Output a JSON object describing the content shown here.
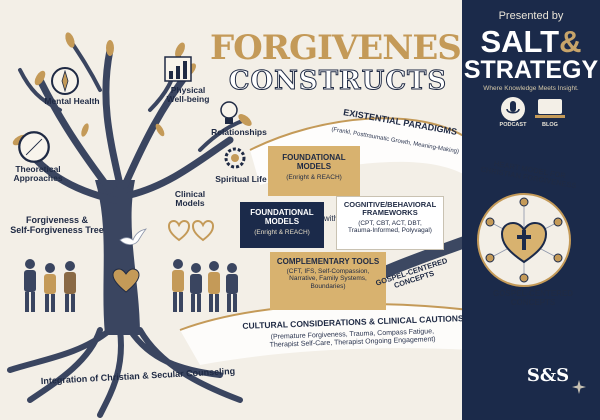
{
  "title": {
    "line1": "FORGIVENESS",
    "line2": "CONSTRUCTS"
  },
  "brand": {
    "presented_by": "Presented by",
    "name_part1": "SALT",
    "amp": "&",
    "name_part2": "STRATEGY",
    "tagline": "Where Knowledge Meets Insight.",
    "icon1_label": "PODCAST",
    "icon2_label": "BLOG",
    "logo_text": "S&S"
  },
  "tree_labels": {
    "mental_health": "Mental Health",
    "physical": "Physical\nWell-being",
    "theoretical": "Theoretical\nApproaches",
    "relationships": "Relationships",
    "spiritual": "Spiritual Life",
    "clinical": "Clinical\nModels",
    "tree_name": "Forgiveness &\nSelf-Forgiveness Tree",
    "integration": "Integration of Christian & Secular Counseling"
  },
  "existential": {
    "title": "EXISTENTIAL PARADIGMS",
    "detail": "(Frankl, Posttraumatic Growth, Meaning-Making)"
  },
  "stack": {
    "foundational_top": {
      "title": "FOUNDATIONAL\nMODELS",
      "detail": "(Enright & REACH)"
    },
    "foundational_mid": {
      "title": "FOUNDATIONAL\nMODELS",
      "detail": "(Enright & REACH)"
    },
    "with_word": "with",
    "cognitive": {
      "title": "COGNITIVE/BEHAVIORAL\nFRAMEWORKS",
      "detail": "(CPT, CBT, ACT, DBT,\nTrauma-Informed, Polyvagal)"
    },
    "complementary": {
      "title": "COMPLEMENTARY TOOLS",
      "detail": "(CFT, IFS, Self-Compassion,\nNarrative, Family Systems,\nBoundaries)"
    }
  },
  "heart_model": {
    "title": "HEART MODEL FOR\nCHRISTIAN FORGIVENESS",
    "gospel": "GOSPEL-CENTERED\nCONCEPTS"
  },
  "gospel_swoosh": "GOSPEL-CENTERED\nCONCEPTS",
  "cultural": {
    "title": "CULTURAL CONSIDERATIONS & CLINICAL CAUTIONS",
    "detail": "(Premature Forgiveness, Trauma, Compass Fatigue,\nTherapist Self-Care, Therapist Ongoing Engagement)"
  },
  "colors": {
    "navy": "#1b2a4a",
    "gold": "#c49a58",
    "cream": "#f3efe7",
    "dark_text": "#1f2a44"
  },
  "icons": [
    "compass-icon",
    "bar-chart-icon",
    "lightbulb-icon",
    "gears-icon",
    "dove-icon",
    "heart-icon",
    "cross-icon",
    "microphone-icon",
    "laptop-icon"
  ]
}
